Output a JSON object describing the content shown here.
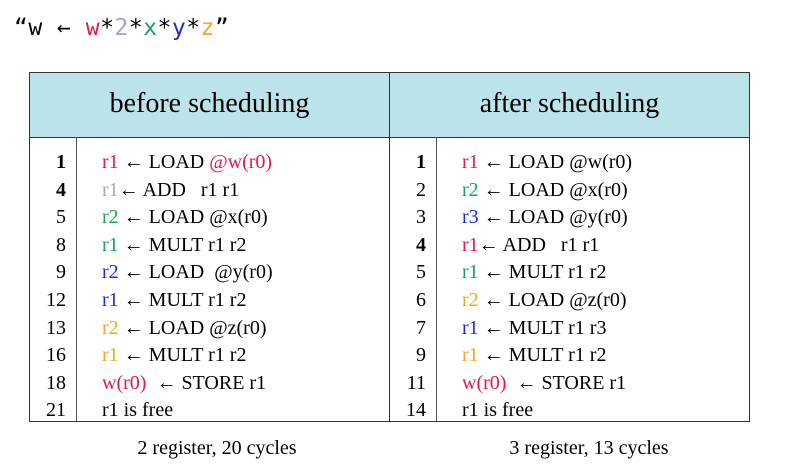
{
  "expression": [
    {
      "text": "“w ← ",
      "color": "#000000"
    },
    {
      "text": "w",
      "color": "#e8164a"
    },
    {
      "text": "*",
      "color": "#000000"
    },
    {
      "text": "2",
      "color": "#9aa6d8"
    },
    {
      "text": "*",
      "color": "#000000"
    },
    {
      "text": "x",
      "color": "#1aa35a"
    },
    {
      "text": "*",
      "color": "#000000"
    },
    {
      "text": "y",
      "color": "#1f2bd6"
    },
    {
      "text": "*",
      "color": "#000000"
    },
    {
      "text": "z",
      "color": "#f5a623"
    },
    {
      "text": "”",
      "color": "#000000"
    }
  ],
  "columns": [
    {
      "title": "before scheduling",
      "footer": "2 register, 20 cycles",
      "rows": [
        {
          "cycle": "1",
          "bold": true,
          "parts": [
            {
              "text": "r1",
              "color": "#e8164a"
            },
            {
              "text": " ← LOAD ",
              "color": "#000000"
            },
            {
              "text": "@w(r0)",
              "color": "#e8164a"
            }
          ]
        },
        {
          "cycle": "4",
          "bold": true,
          "parts": [
            {
              "text": "r1",
              "color": "#9aa6d8"
            },
            {
              "text": "← ADD   r1 r1",
              "color": "#000000"
            }
          ]
        },
        {
          "cycle": "5",
          "bold": false,
          "parts": [
            {
              "text": "r2",
              "color": "#1aa35a"
            },
            {
              "text": " ← LOAD @x(r0)",
              "color": "#000000"
            }
          ]
        },
        {
          "cycle": "8",
          "bold": false,
          "parts": [
            {
              "text": "r1",
              "color": "#1aa35a"
            },
            {
              "text": " ← MULT r1 r2",
              "color": "#000000"
            }
          ]
        },
        {
          "cycle": "9",
          "bold": false,
          "parts": [
            {
              "text": "r2",
              "color": "#1f2bd6"
            },
            {
              "text": " ← LOAD  @y(r0)",
              "color": "#000000"
            }
          ]
        },
        {
          "cycle": "12",
          "bold": false,
          "parts": [
            {
              "text": "r1",
              "color": "#1f2bd6"
            },
            {
              "text": " ← MULT r1 r2",
              "color": "#000000"
            }
          ]
        },
        {
          "cycle": "13",
          "bold": false,
          "parts": [
            {
              "text": "r2",
              "color": "#f5a623"
            },
            {
              "text": " ← LOAD @z(r0)",
              "color": "#000000"
            }
          ]
        },
        {
          "cycle": "16",
          "bold": false,
          "parts": [
            {
              "text": "r1",
              "color": "#f5a623"
            },
            {
              "text": " ← MULT r1 r2",
              "color": "#000000"
            }
          ]
        },
        {
          "cycle": "18",
          "bold": false,
          "parts": [
            {
              "text": "w(r0)",
              "color": "#e8164a"
            },
            {
              "text": "  ← STORE r1",
              "color": "#000000"
            }
          ]
        },
        {
          "cycle": "21",
          "bold": false,
          "parts": [
            {
              "text": "r1 is free",
              "color": "#000000"
            }
          ]
        }
      ]
    },
    {
      "title": "after scheduling",
      "footer": "3 register, 13 cycles",
      "rows": [
        {
          "cycle": "1",
          "bold": true,
          "parts": [
            {
              "text": "r1",
              "color": "#e8164a"
            },
            {
              "text": " ← LOAD @w(r0)",
              "color": "#000000"
            }
          ]
        },
        {
          "cycle": "2",
          "bold": false,
          "parts": [
            {
              "text": "r2",
              "color": "#1aa35a"
            },
            {
              "text": " ← LOAD @x(r0)",
              "color": "#000000"
            }
          ]
        },
        {
          "cycle": "3",
          "bold": false,
          "parts": [
            {
              "text": "r3",
              "color": "#1f2bd6"
            },
            {
              "text": " ← LOAD @y(r0)",
              "color": "#000000"
            }
          ]
        },
        {
          "cycle": "4",
          "bold": true,
          "parts": [
            {
              "text": "r1",
              "color": "#e8164a"
            },
            {
              "text": "← ADD   r1 r1",
              "color": "#000000"
            }
          ]
        },
        {
          "cycle": "5",
          "bold": false,
          "parts": [
            {
              "text": "r1",
              "color": "#1aa35a"
            },
            {
              "text": " ← MULT r1 r2",
              "color": "#000000"
            }
          ]
        },
        {
          "cycle": "6",
          "bold": false,
          "parts": [
            {
              "text": "r2",
              "color": "#f5a623"
            },
            {
              "text": " ← LOAD @z(r0)",
              "color": "#000000"
            }
          ]
        },
        {
          "cycle": "7",
          "bold": false,
          "parts": [
            {
              "text": "r1",
              "color": "#1f2bd6"
            },
            {
              "text": " ← MULT r1 r3",
              "color": "#000000"
            }
          ]
        },
        {
          "cycle": "9",
          "bold": false,
          "parts": [
            {
              "text": "r1",
              "color": "#f5a623"
            },
            {
              "text": " ← MULT r1 r2",
              "color": "#000000"
            }
          ]
        },
        {
          "cycle": "11",
          "bold": false,
          "parts": [
            {
              "text": "w(r0)",
              "color": "#e8164a"
            },
            {
              "text": "  ← STORE r1",
              "color": "#000000"
            }
          ]
        },
        {
          "cycle": "14",
          "bold": false,
          "parts": [
            {
              "text": "r1 is free",
              "color": "#000000"
            }
          ]
        }
      ]
    }
  ]
}
